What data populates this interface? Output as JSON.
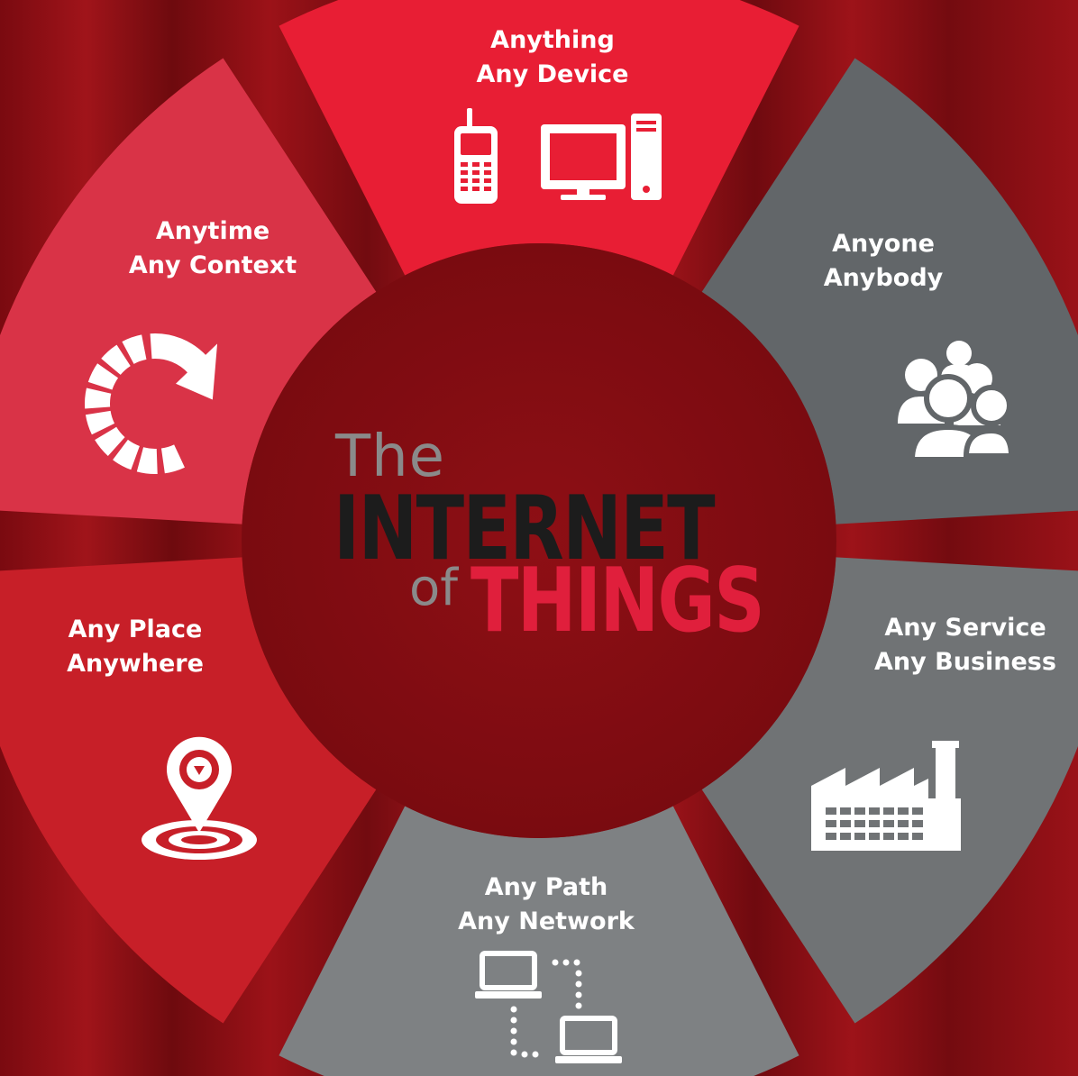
{
  "title": {
    "line1": "The",
    "line2": "INTERNET",
    "line3_prefix": "of",
    "line3_main": "THINGS"
  },
  "segments": [
    {
      "line1": "Anything",
      "line2": "Any Device",
      "icon": "devices-icon",
      "color": "#e81e34"
    },
    {
      "line1": "Anyone",
      "line2": "Anybody",
      "icon": "people-icon",
      "color": "#626669"
    },
    {
      "line1": "Any Service",
      "line2": "Any Business",
      "icon": "factory-icon",
      "color": "#707375"
    },
    {
      "line1": "Any Path",
      "line2": "Any Network",
      "icon": "network-icon",
      "color": "#7e8183"
    },
    {
      "line1": "Any Place",
      "line2": "Anywhere",
      "icon": "location-pin-icon",
      "color": "#c71f28"
    },
    {
      "line1": "Anytime",
      "line2": "Any Context",
      "icon": "refresh-cycle-icon",
      "color": "#d93347"
    }
  ]
}
